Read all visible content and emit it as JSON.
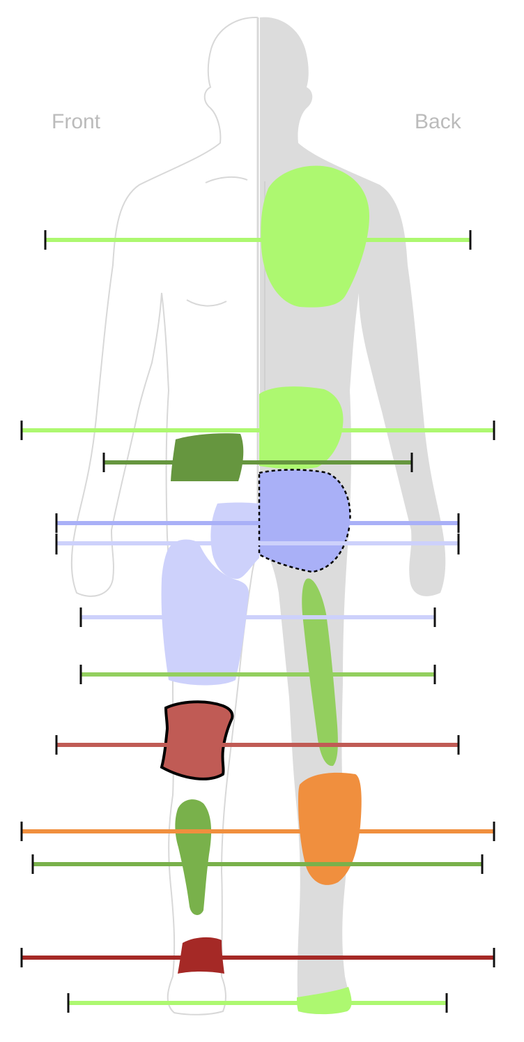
{
  "labels": {
    "front": "Front",
    "back": "Back"
  },
  "colors": {
    "figure_outline": "#d8d8d8",
    "back_fill": "#dcdcdc",
    "tick": "#111111"
  },
  "body_regions": [
    {
      "name": "upper-back",
      "side": "back",
      "color": "#adf870"
    },
    {
      "name": "lower-back",
      "side": "back",
      "color": "#adf870"
    },
    {
      "name": "hip-front",
      "side": "front",
      "color": "#66963f"
    },
    {
      "name": "buttock",
      "side": "back",
      "color": "#a9b0f7",
      "outline": "dashed"
    },
    {
      "name": "groin",
      "side": "front",
      "color": "#cdd1fb"
    },
    {
      "name": "front-thigh",
      "side": "front",
      "color": "#cdd1fb"
    },
    {
      "name": "back-thigh",
      "side": "back",
      "color": "#93cf5e"
    },
    {
      "name": "knee",
      "side": "front",
      "color": "#c05b55",
      "outline": "solid"
    },
    {
      "name": "calf",
      "side": "back",
      "color": "#f08f3e"
    },
    {
      "name": "shin",
      "side": "front",
      "color": "#79b14b"
    },
    {
      "name": "ankle",
      "side": "front",
      "color": "#a52926"
    },
    {
      "name": "heel",
      "side": "back",
      "color": "#adf870"
    }
  ],
  "range_bars": [
    {
      "name": "upper-back-range",
      "color": "#adf870"
    },
    {
      "name": "lower-back-range",
      "color": "#adf870"
    },
    {
      "name": "hip-front-range",
      "color": "#66963f"
    },
    {
      "name": "buttock-range",
      "color": "#a9b0f7"
    },
    {
      "name": "groin-range",
      "color": "#cdd1fb"
    },
    {
      "name": "front-thigh-range",
      "color": "#cdd1fb"
    },
    {
      "name": "back-thigh-range",
      "color": "#93cf5e"
    },
    {
      "name": "knee-range",
      "color": "#c05b55"
    },
    {
      "name": "calf-range",
      "color": "#f08f3e"
    },
    {
      "name": "shin-range",
      "color": "#79b14b"
    },
    {
      "name": "ankle-range",
      "color": "#a52926"
    },
    {
      "name": "heel-range",
      "color": "#adf870"
    }
  ]
}
